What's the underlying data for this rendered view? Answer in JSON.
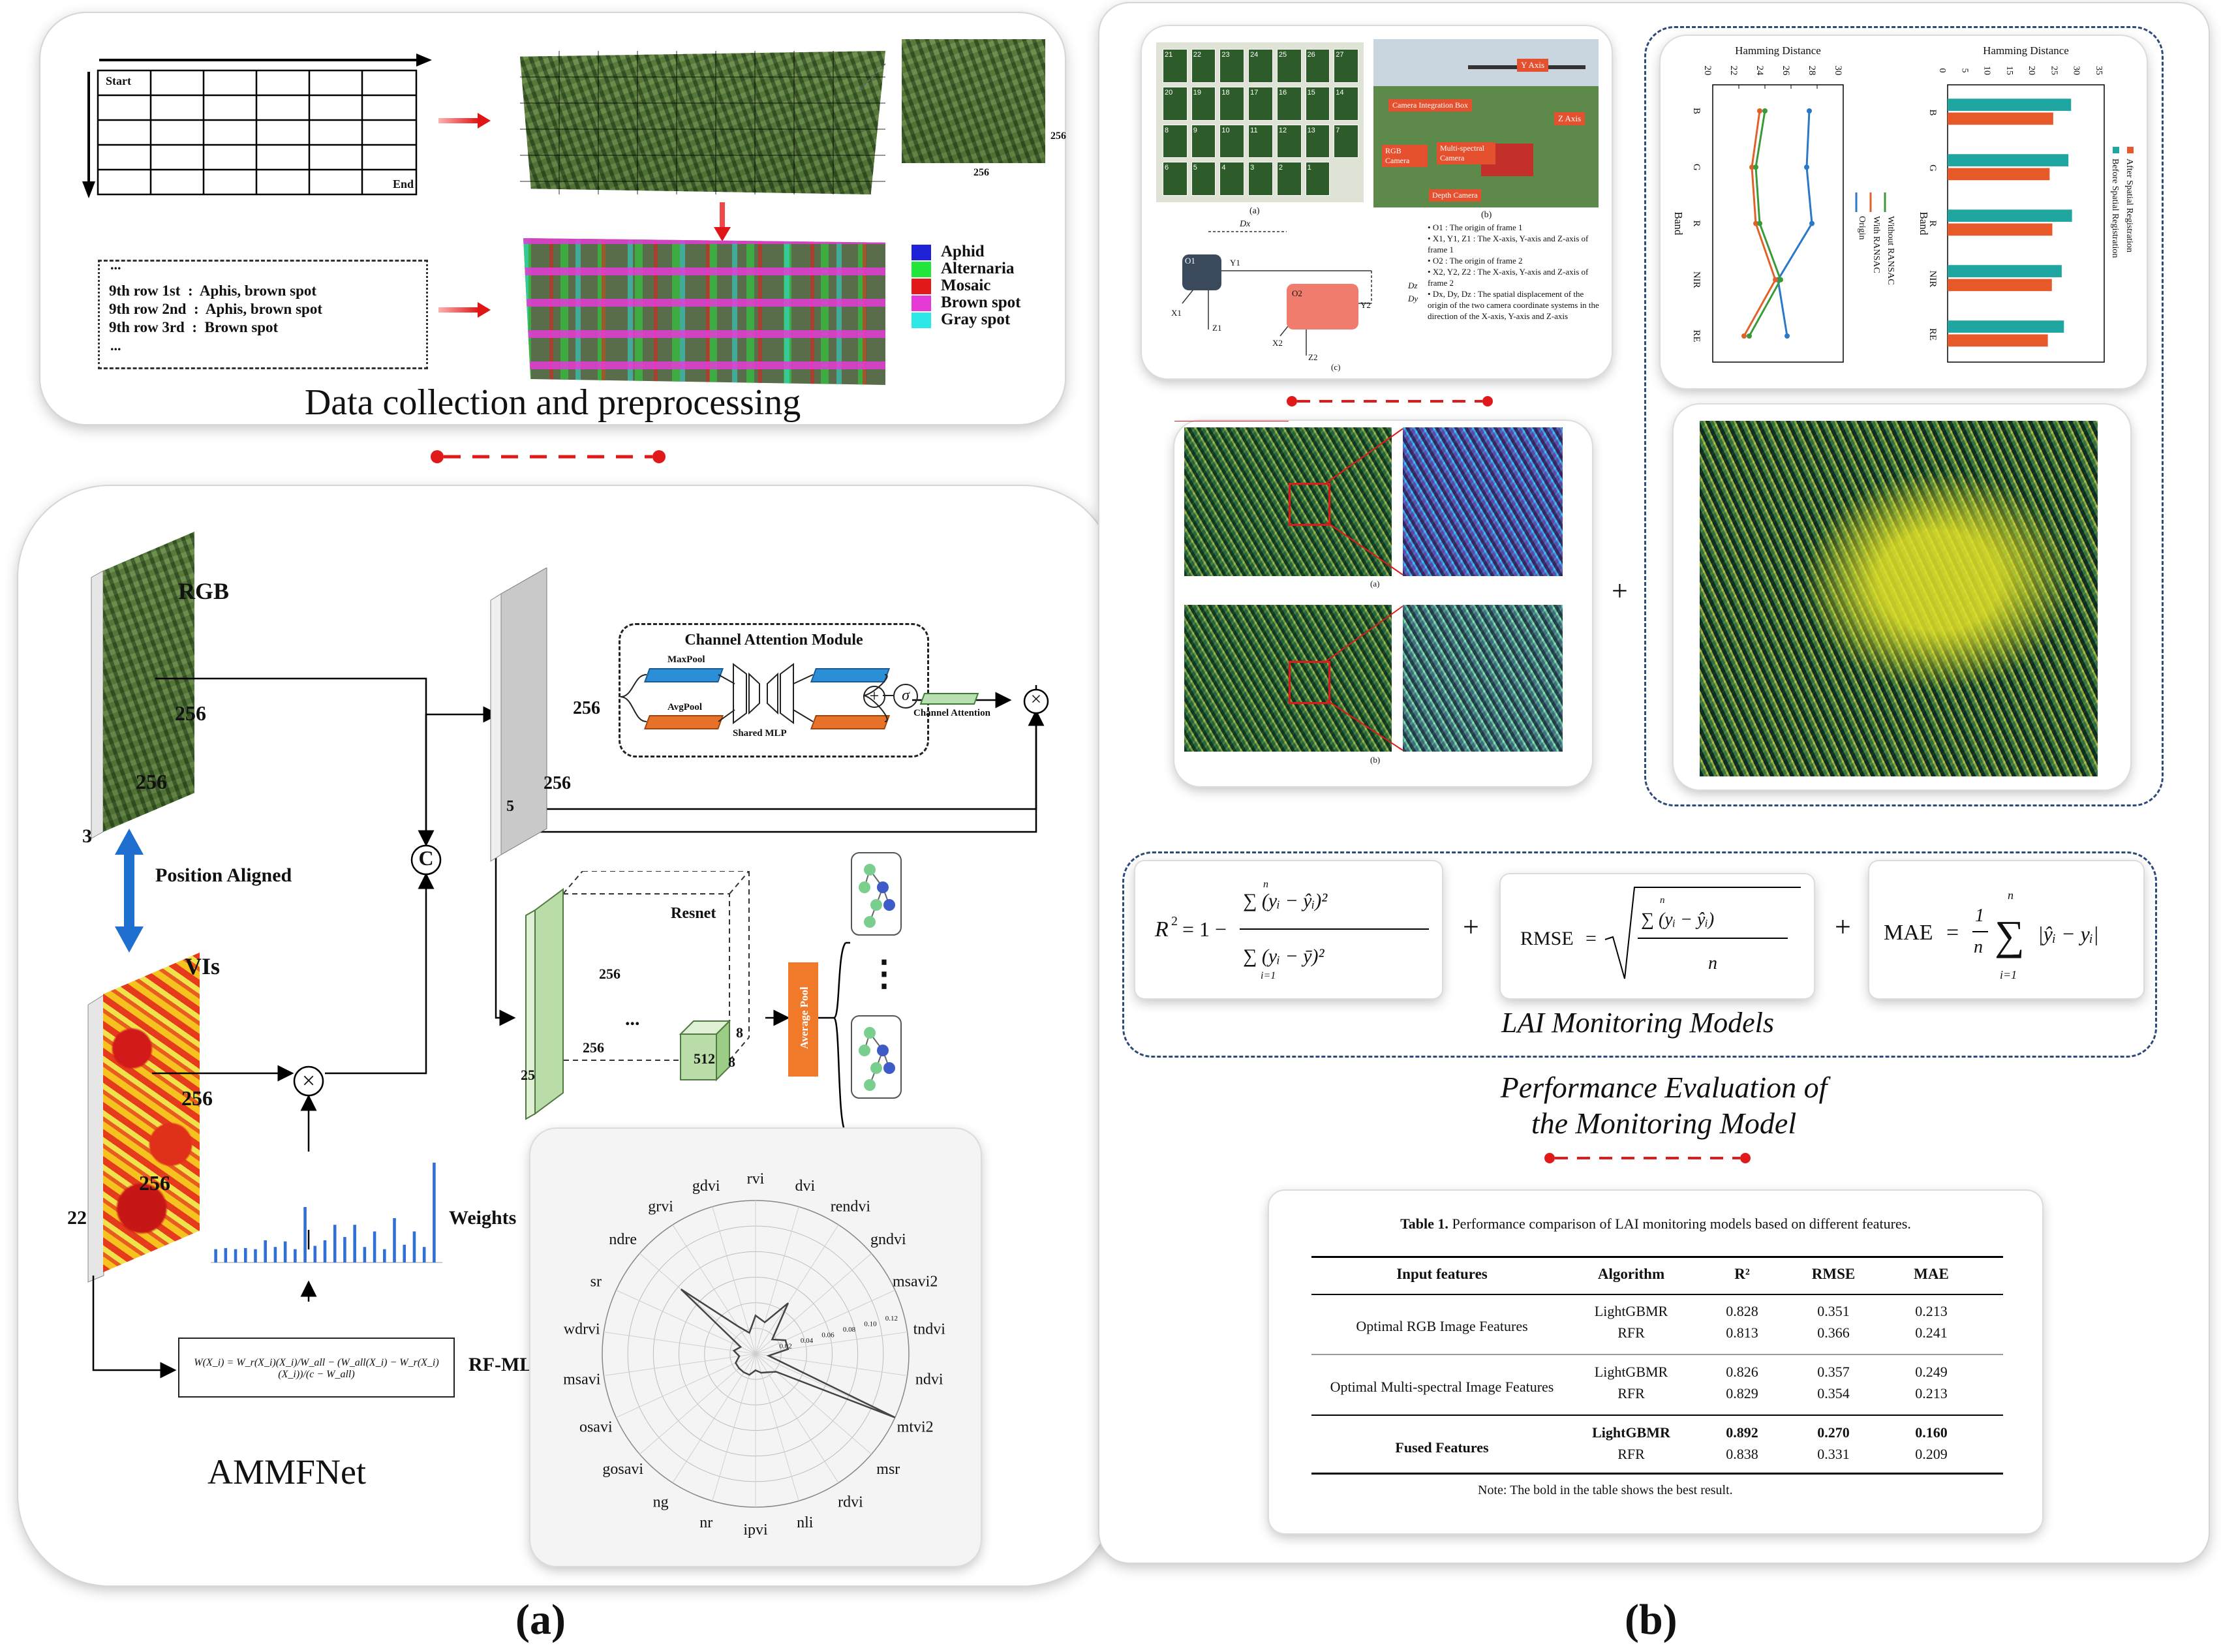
{
  "panel_a": {
    "label": "(a)",
    "data_collection": {
      "title": "Data collection and preprocessing",
      "grid_start": "Start",
      "grid_end": "End",
      "crop_size": "256",
      "rows": [
        {
          "row": "9th row 1st",
          "label": "Aphis, brown spot"
        },
        {
          "row": "9th row 2nd",
          "label": "Aphis, brown spot"
        },
        {
          "row": "9th row 3rd",
          "label": "Brown spot"
        }
      ],
      "ellipsis": "...",
      "legend": [
        {
          "name": "Aphid",
          "color": "#1f22d6"
        },
        {
          "name": "Alternaria",
          "color": "#22e639"
        },
        {
          "name": "Mosaic",
          "color": "#e41a1a"
        },
        {
          "name": "Brown spot",
          "color": "#e53ad6"
        },
        {
          "name": "Gray spot",
          "color": "#2ee8e8"
        }
      ]
    },
    "ammfnet": {
      "title": "AMMFNet",
      "rgb": "RGB",
      "vis": "VIs",
      "dim_256": "256",
      "dim_3": "3",
      "dim_22": "22",
      "dim_5": "5",
      "dim_25": "25",
      "dim_8": "8",
      "dim_512": "512",
      "position_aligned": "Position Aligned",
      "concat_symbol": "C",
      "multiply_symbol": "×",
      "cam_title": "Channel Attention Module",
      "maxpool": "MaxPool",
      "avgpool": "AvgPool",
      "shared_mlp": "Shared MLP",
      "sigma": "σ",
      "channel_attention": "Channel Attention",
      "resnet": "Resnet",
      "average_pool": "Average Pool",
      "weights": "Weights",
      "rf_ml": "RF-ML",
      "rf_formula": "W(X_i) = W_r(X_i)(X_i)/W_all − (W_all(X_i) − W_r(X_i)(X_i))/(c − W_all)",
      "ellipsis_h": "...",
      "ellipsis_v": "⋮"
    },
    "weights_chart": {
      "type": "bar",
      "values": [
        0.12,
        0.13,
        0.12,
        0.13,
        0.12,
        0.2,
        0.14,
        0.19,
        0.12,
        0.5,
        0.15,
        0.2,
        0.34,
        0.23,
        0.34,
        0.14,
        0.28,
        0.12,
        0.4,
        0.16,
        0.28,
        0.14,
        0.9
      ],
      "color": "#2f6fd6"
    },
    "radar_chart": {
      "type": "radar",
      "axes": [
        "rvi",
        "dvi",
        "rendvi",
        "gndvi",
        "msavi2",
        "tndvi",
        "ndvi",
        "mtvi2",
        "msr",
        "rdvi",
        "nli",
        "ipvi",
        "nr",
        "ng",
        "gosavi",
        "osavi",
        "msavi",
        "wdrvi",
        "sr",
        "ndre",
        "grvi",
        "gdvi"
      ],
      "values": [
        0.035,
        0.03,
        0.055,
        0.02,
        0.03,
        0.03,
        0.012,
        0.14,
        0.025,
        0.02,
        0.018,
        0.015,
        0.02,
        0.02,
        0.02,
        0.02,
        0.015,
        0.02,
        0.015,
        0.09,
        0.03,
        0.02
      ],
      "tick_labels": [
        "0.02",
        "0.04",
        "0.06",
        "0.08",
        "0.10",
        "0.12"
      ],
      "rmax": 0.14
    }
  },
  "panel_b": {
    "label": "(b)",
    "device": {
      "photo_a_label": "(a)",
      "photo_b_label": "(b)",
      "photo_c_label": "(c)",
      "plot_numbers": [
        "21",
        "22",
        "23",
        "24",
        "25",
        "26",
        "27",
        "20",
        "19",
        "18",
        "17",
        "16",
        "15",
        "14",
        "8",
        "9",
        "10",
        "11",
        "12",
        "13",
        "7",
        "6",
        "5",
        "4",
        "3",
        "2",
        "1"
      ],
      "callouts": [
        "Y Axis",
        "Camera Integration Box",
        "Z Axis",
        "RGB Camera",
        "Multi-spectral Camera",
        "Depth Camera"
      ],
      "frame_labels": {
        "o1": "O1",
        "o2": "O2",
        "x1": "X1",
        "y1": "Y1",
        "z1": "Z1",
        "x2": "X2",
        "y2": "Y2",
        "z2": "Z2",
        "dx": "Dx",
        "dy": "Dy",
        "dz": "Dz"
      },
      "notes": [
        "O1 : The origin of frame 1",
        "X1, Y1, Z1 : The X-axis, Y-axis and Z-axis of frame 1",
        "O2 : The origin of frame 2",
        "X2, Y2, Z2 : The X-axis, Y-axis and Z-axis of frame 2",
        "Dx, Dy, Dz : The spatial displacement of the origin of the two camera coordinate systems in the direction of the X-axis, Y-axis and Z-axis"
      ]
    },
    "hamming_line": {
      "type": "line",
      "title": "Hamming Distance",
      "xlabel": "Band",
      "categories": [
        "B",
        "G",
        "R",
        "NIR",
        "RE"
      ],
      "xlim": [
        20,
        30
      ],
      "ticks": [
        "20",
        "22",
        "24",
        "26",
        "28",
        "30"
      ],
      "series": [
        {
          "name": "Origin",
          "color": "#2a78c8",
          "values": [
            27.4,
            27.2,
            27.6,
            25.0,
            25.7
          ]
        },
        {
          "name": "With RANSAC",
          "color": "#e0622a",
          "values": [
            23.6,
            23.0,
            23.3,
            24.8,
            22.4
          ]
        },
        {
          "name": "Without RANSAC",
          "color": "#3a9a3a",
          "values": [
            24.0,
            23.3,
            23.6,
            25.2,
            22.8
          ]
        }
      ]
    },
    "hamming_bar": {
      "type": "bar",
      "title": "Hamming Distance",
      "xlabel": "Band",
      "categories": [
        "B",
        "G",
        "R",
        "NIR",
        "RE"
      ],
      "xlim": [
        0,
        35
      ],
      "ticks": [
        "0",
        "5",
        "10",
        "15",
        "20",
        "25",
        "30",
        "35"
      ],
      "series": [
        {
          "name": "Before Spatial Registration",
          "color": "#1fa6a0",
          "values": [
            27.6,
            27.0,
            27.8,
            25.5,
            26.0
          ]
        },
        {
          "name": "After Spatial Registration",
          "color": "#e8592a",
          "values": [
            23.6,
            22.8,
            23.4,
            23.3,
            22.4
          ]
        }
      ]
    },
    "registration_labels": {
      "a": "(a)",
      "b": "(b)"
    },
    "plus": "+",
    "metrics": {
      "r2": {
        "lhs": "R",
        "sup": "2",
        "eq": "= 1 −",
        "num": "∑ (yᵢ − ŷᵢ)²",
        "den": "∑ (yᵢ − ȳ)²",
        "sum_top": "n",
        "sum_bot": "i=1"
      },
      "rmse": {
        "lhs": "RMSE",
        "eq": "=",
        "num": "∑ (yᵢ − ŷᵢ)",
        "den": "n",
        "sum_top": "n",
        "sum_bot": "i=1"
      },
      "mae": {
        "lhs": "MAE",
        "eq": "=",
        "frac_num": "1",
        "frac_den": "n",
        "sigma": "∑",
        "sum_top": "n",
        "sum_bot": "i=1",
        "body": "|ŷᵢ − yᵢ|"
      },
      "caption": "LAI Monitoring Models"
    },
    "performance_title_1": "Performance Evaluation of",
    "performance_title_2": "the Monitoring Model",
    "table": {
      "caption_bold": "Table 1.",
      "caption": " Performance comparison of LAI monitoring models based on different features.",
      "headers": [
        "Input features",
        "Algorithm",
        "R²",
        "RMSE",
        "MAE"
      ],
      "groups": [
        {
          "feature": "Optimal RGB Image Features",
          "rows": [
            [
              "LightGBMR",
              "0.828",
              "0.351",
              "0.213"
            ],
            [
              "RFR",
              "0.813",
              "0.366",
              "0.241"
            ]
          ]
        },
        {
          "feature": "Optimal Multi-spectral Image Features",
          "rows": [
            [
              "LightGBMR",
              "0.826",
              "0.357",
              "0.249"
            ],
            [
              "RFR",
              "0.829",
              "0.354",
              "0.213"
            ]
          ]
        },
        {
          "feature": "Fused Features",
          "rows": [
            [
              "LightGBMR",
              "0.892",
              "0.270",
              "0.160"
            ],
            [
              "RFR",
              "0.838",
              "0.331",
              "0.209"
            ]
          ]
        }
      ],
      "note": "Note: The bold in the table shows the best result."
    }
  }
}
